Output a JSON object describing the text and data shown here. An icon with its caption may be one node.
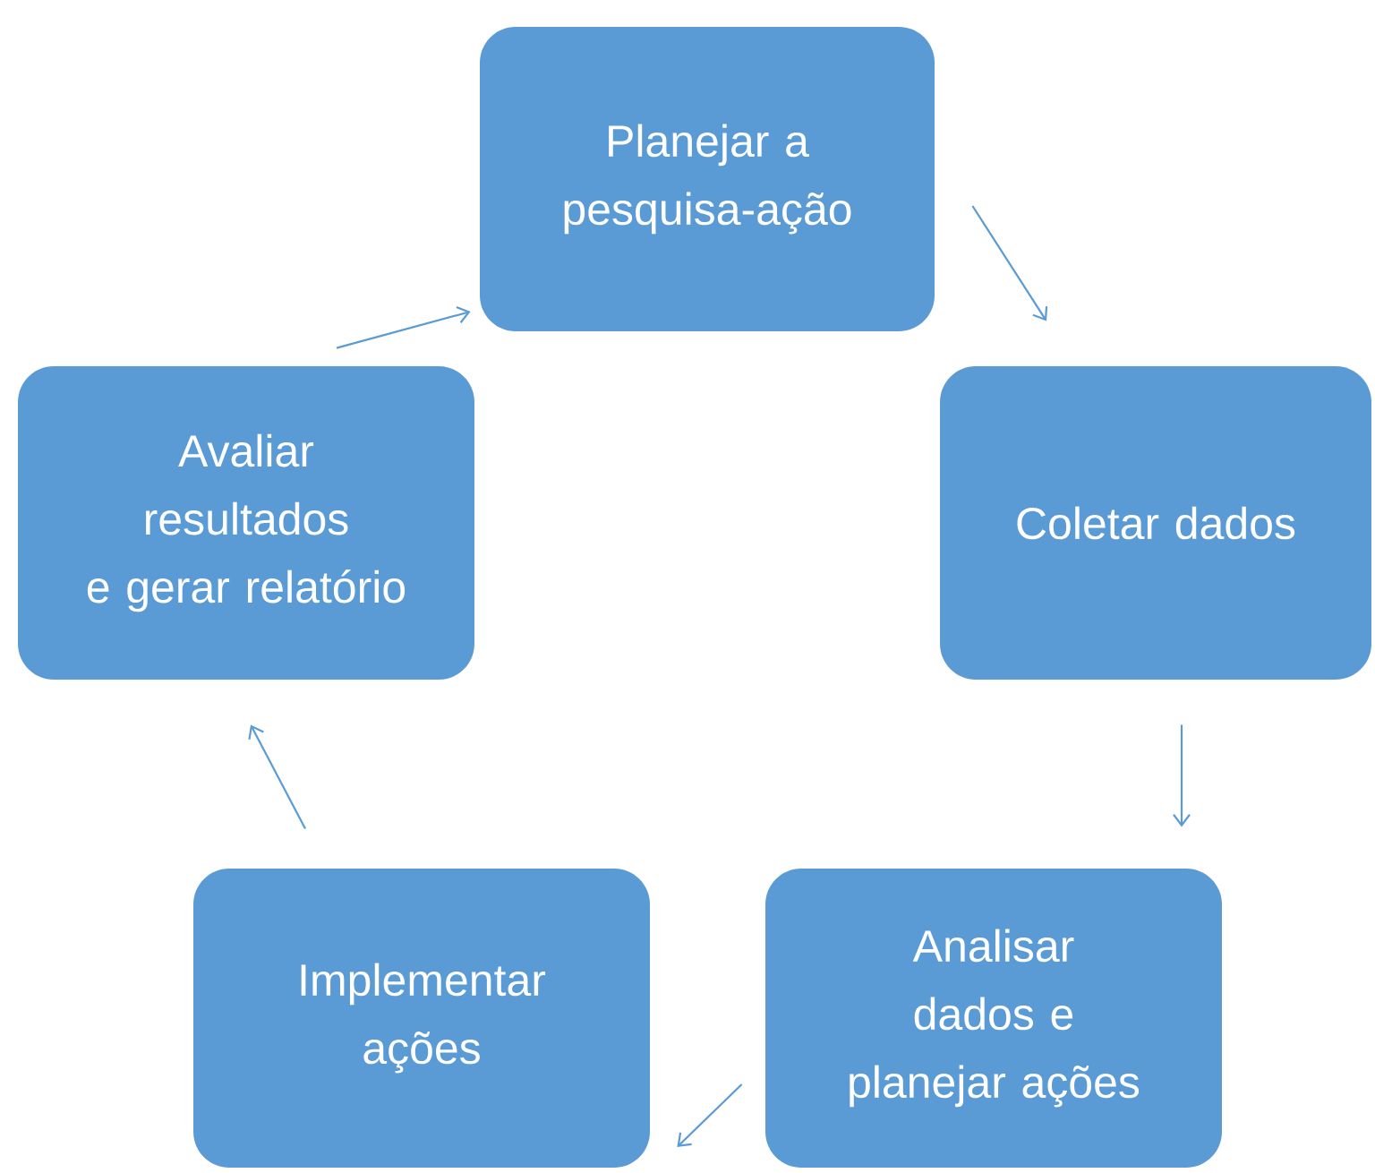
{
  "diagram": {
    "nodes": [
      {
        "text": [
          "Planejar a pesquisa-ação"
        ]
      },
      {
        "text": [
          "Coletar dados"
        ]
      },
      {
        "text": [
          "Analisar dados e planejar ações"
        ]
      },
      {
        "text": [
          "Implementar ações"
        ]
      },
      {
        "text": [
          "Avaliar resultados e gerar relatório"
        ]
      }
    ],
    "edges": [
      {
        "from": 0,
        "to": 1,
        "arrow": "to"
      },
      {
        "from": 1,
        "to": 2,
        "arrow": "to"
      },
      {
        "from": 2,
        "to": 3,
        "arrow": "to"
      },
      {
        "from": 3,
        "to": 4,
        "arrow": "to"
      },
      {
        "from": 4,
        "to": 0,
        "arrow": "to"
      }
    ]
  }
}
